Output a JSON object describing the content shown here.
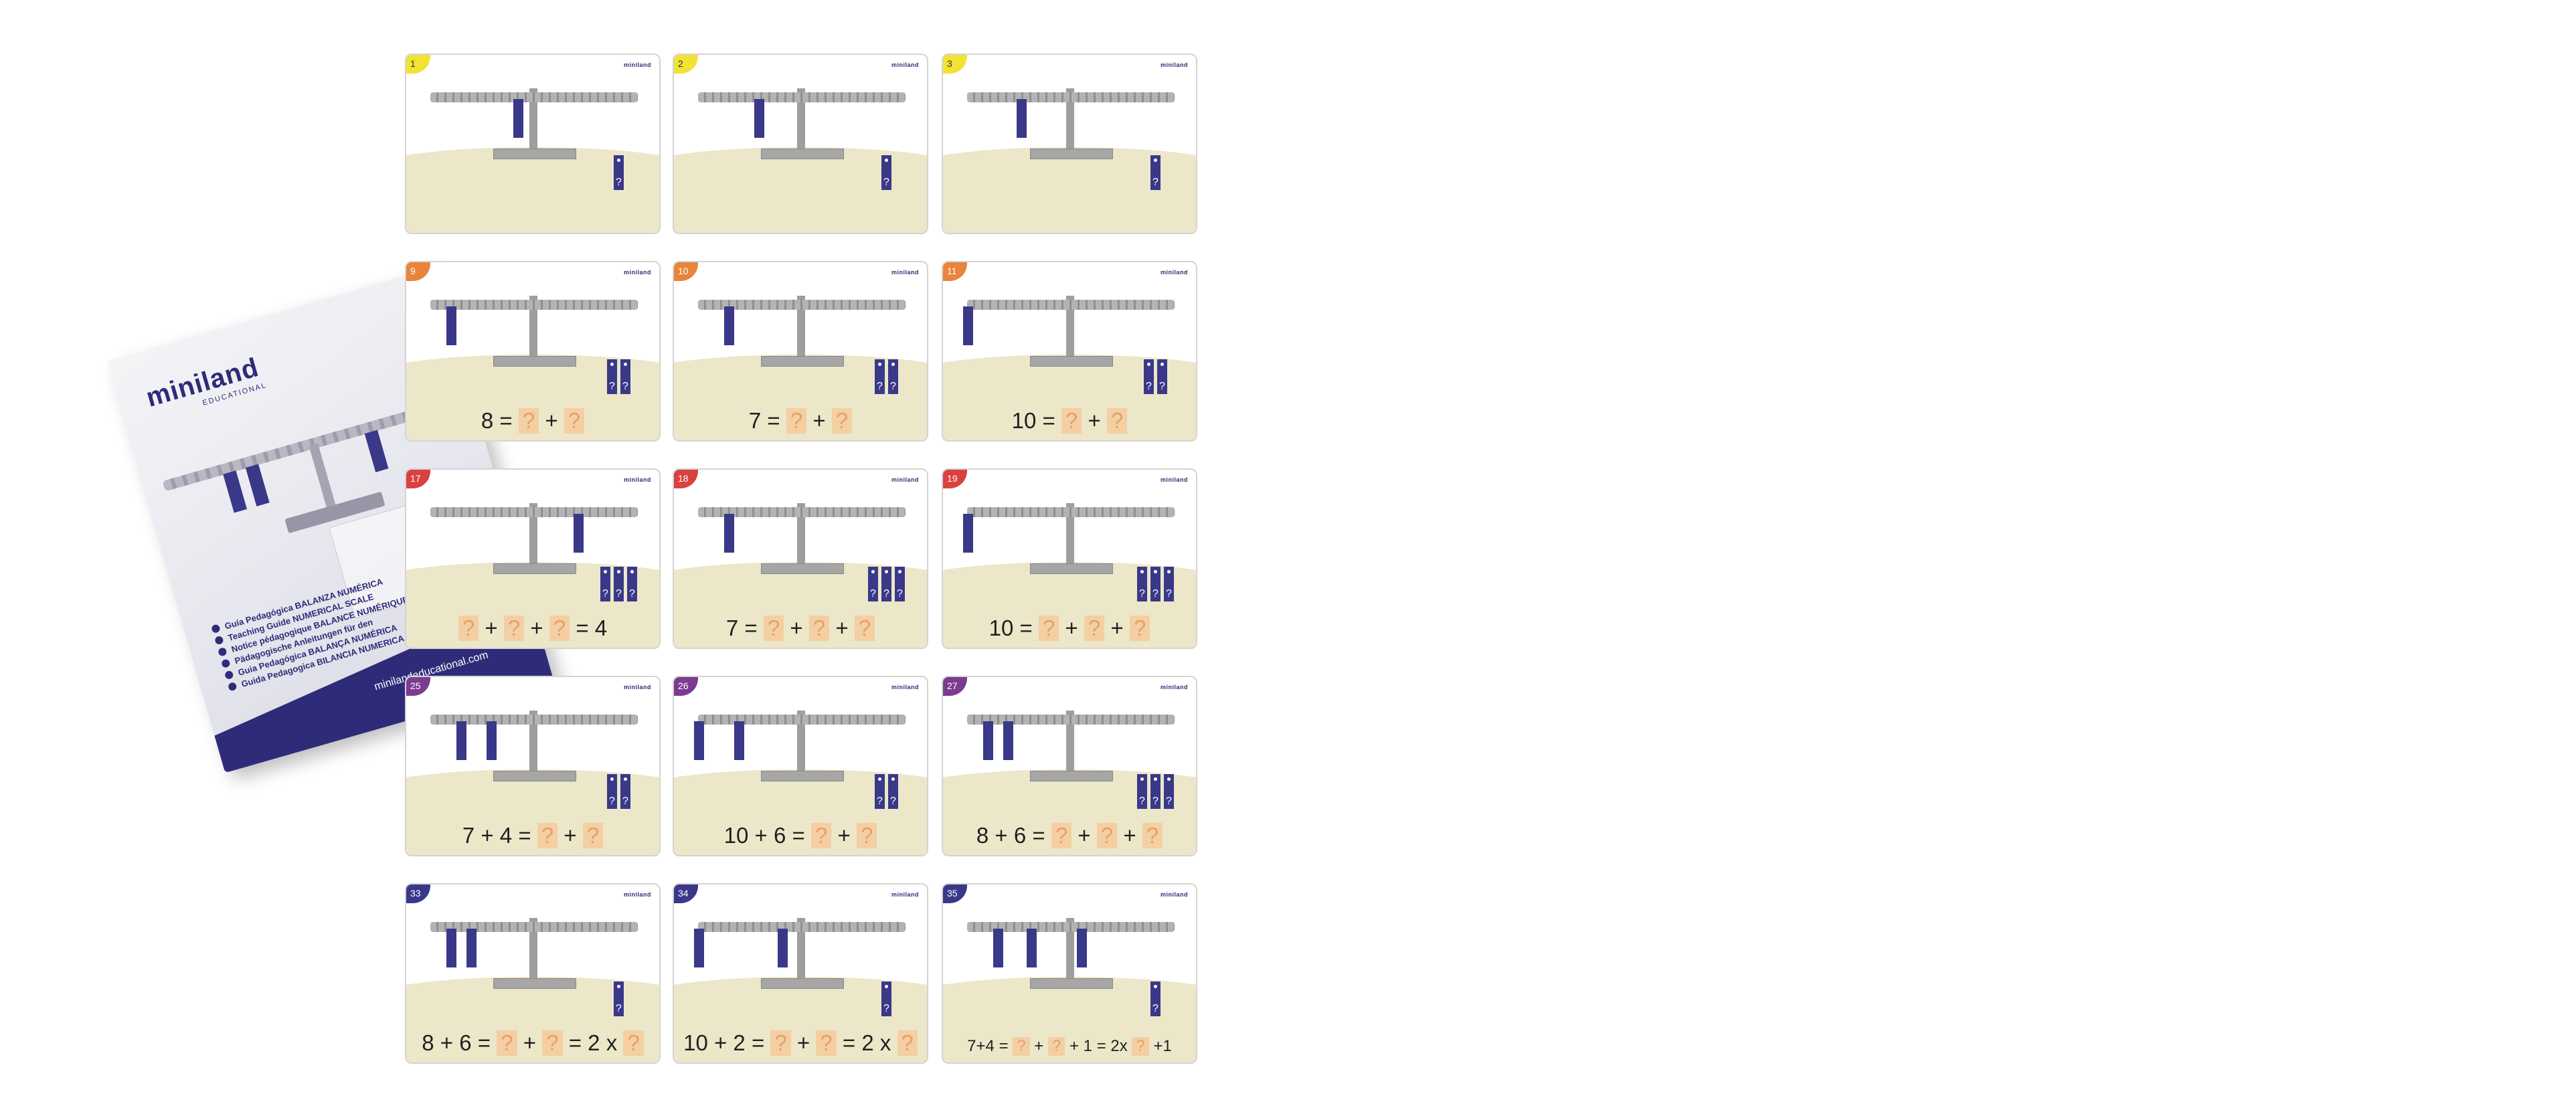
{
  "guide": {
    "logo": "miniland",
    "logo_sub": "EDUCATIONAL",
    "languages": [
      "Guía Pedagógica BALANZA NUMÉRICA",
      "Teaching Guide NUMERICAL SCALE",
      "Notice pédagogique BALANCE NUMÉRIQUE",
      "Pädagogische Anleitungen für den",
      "Guia Pedagógica BALANÇA NUMÉRICA",
      "Guida Pedagogica BILANCIA NUMERICA"
    ],
    "website": "minilandeducational.com"
  },
  "card_brand": "miniland",
  "colors": {
    "weight_blue": "#3a3888",
    "ground": "#ece7c9",
    "square": "#f4cfa4",
    "yellow": "#f2e233",
    "orange": "#e8843b",
    "red": "#d94141",
    "purple": "#7b3c8f",
    "navy": "#3a3888"
  },
  "cards": [
    {
      "number": "1",
      "tab_color": "#f2e233",
      "equation": ""
    },
    {
      "number": "2",
      "tab_color": "#f2e233",
      "equation": ""
    },
    {
      "number": "3",
      "tab_color": "#f2e233",
      "equation": ""
    },
    {
      "number": "9",
      "tab_color": "#e8843b",
      "equation": [
        "8",
        "=",
        "?",
        "+",
        "?"
      ]
    },
    {
      "number": "10",
      "tab_color": "#e8843b",
      "equation": [
        "7",
        "=",
        "?",
        "+",
        "?"
      ]
    },
    {
      "number": "11",
      "tab_color": "#e8843b",
      "equation": [
        "10",
        "=",
        "?",
        "+",
        "?"
      ]
    },
    {
      "number": "17",
      "tab_color": "#d94141",
      "equation": [
        "?",
        "+",
        "?",
        "+",
        "?",
        "=",
        "4"
      ]
    },
    {
      "number": "18",
      "tab_color": "#d94141",
      "equation": [
        "7",
        "=",
        "?",
        "+",
        "?",
        "+",
        "?"
      ]
    },
    {
      "number": "19",
      "tab_color": "#d94141",
      "equation": [
        "10",
        "=",
        "?",
        "+",
        "?",
        "+",
        "?"
      ]
    },
    {
      "number": "25",
      "tab_color": "#7b3c8f",
      "equation": [
        "7 + 4",
        "=",
        "?",
        "+",
        "?"
      ]
    },
    {
      "number": "26",
      "tab_color": "#7b3c8f",
      "equation": [
        "10 + 6",
        "=",
        "?",
        "+",
        "?"
      ]
    },
    {
      "number": "27",
      "tab_color": "#7b3c8f",
      "equation": [
        "8 + 6",
        "=",
        "?",
        "+",
        "?",
        "+",
        "?"
      ]
    },
    {
      "number": "33",
      "tab_color": "#3a3888",
      "equation": [
        "8 + 6",
        "=",
        "?",
        "+",
        "?",
        "= 2 x",
        "?"
      ]
    },
    {
      "number": "34",
      "tab_color": "#3a3888",
      "equation": [
        "10 + 2",
        "=",
        "?",
        "+",
        "?",
        "= 2 x",
        "?"
      ]
    },
    {
      "number": "35",
      "tab_color": "#3a3888",
      "equation": [
        "7+4",
        "=",
        "?",
        "+",
        "?",
        "+ 1 =",
        "2x",
        "?",
        "+1"
      ]
    }
  ]
}
